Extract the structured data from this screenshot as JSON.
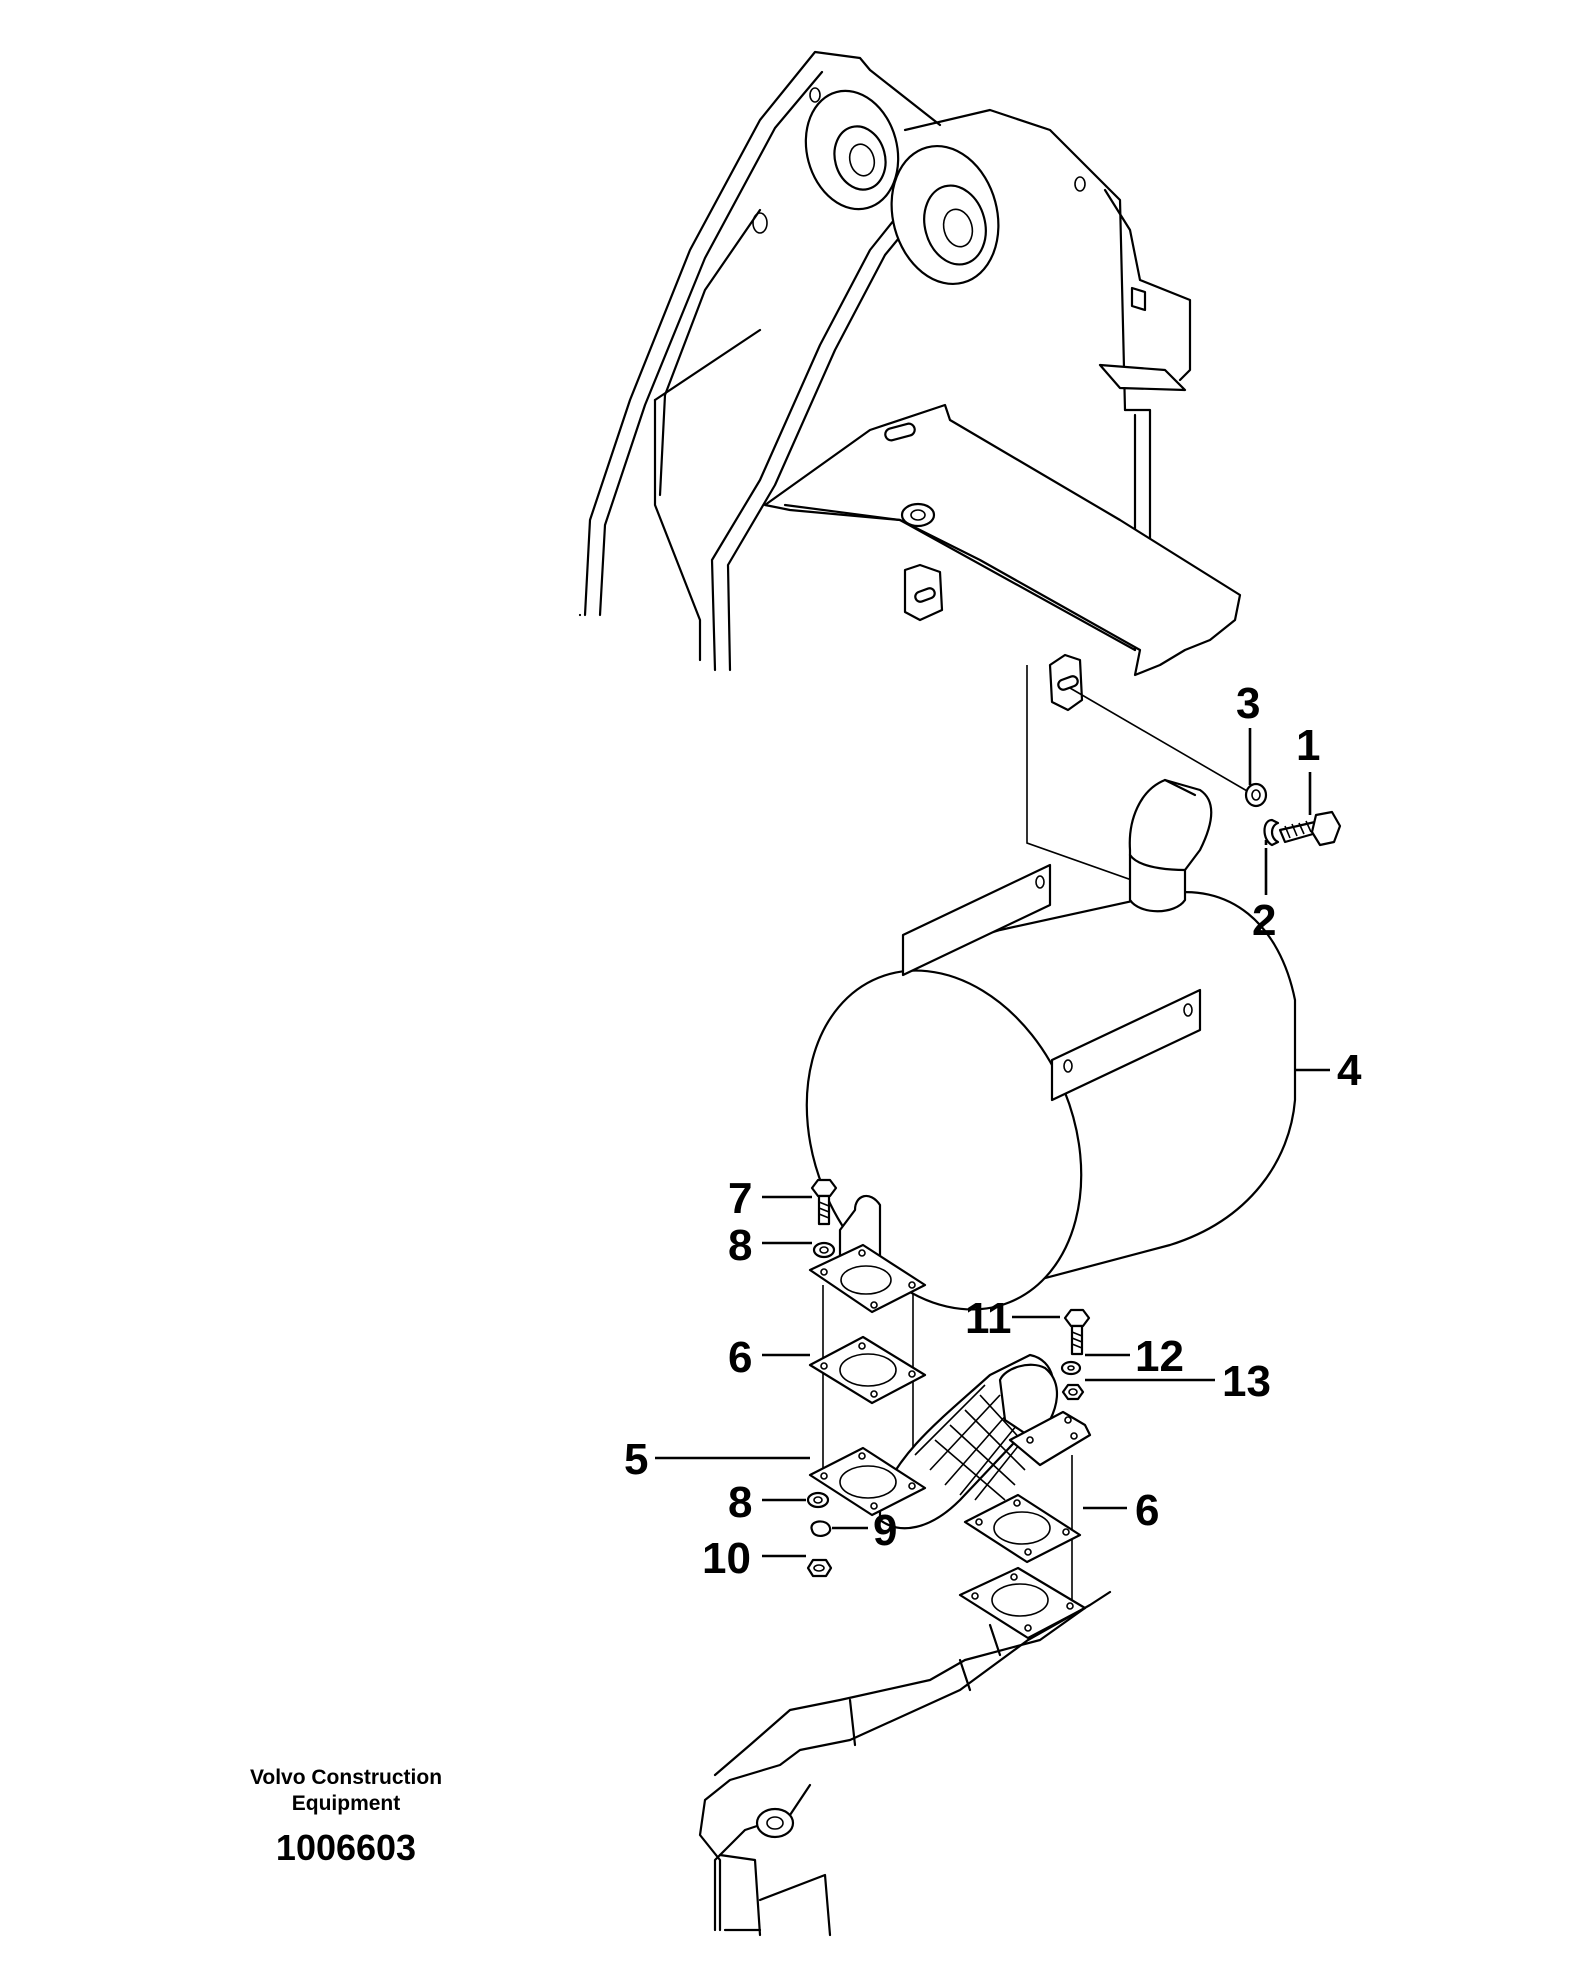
{
  "callouts": [
    {
      "id": "1",
      "text": "1"
    },
    {
      "id": "2",
      "text": "2"
    },
    {
      "id": "3",
      "text": "3"
    },
    {
      "id": "4",
      "text": "4"
    },
    {
      "id": "5",
      "text": "5"
    },
    {
      "id": "6a",
      "text": "6"
    },
    {
      "id": "6b",
      "text": "6"
    },
    {
      "id": "7",
      "text": "7"
    },
    {
      "id": "8a",
      "text": "8"
    },
    {
      "id": "8b",
      "text": "8"
    },
    {
      "id": "9",
      "text": "9"
    },
    {
      "id": "10",
      "text": "10"
    },
    {
      "id": "11",
      "text": "11"
    },
    {
      "id": "12",
      "text": "12"
    },
    {
      "id": "13",
      "text": "13"
    }
  ],
  "footer": {
    "company_line1": "Volvo Construction",
    "company_line2": "Equipment",
    "drawing_number": "1006603"
  }
}
